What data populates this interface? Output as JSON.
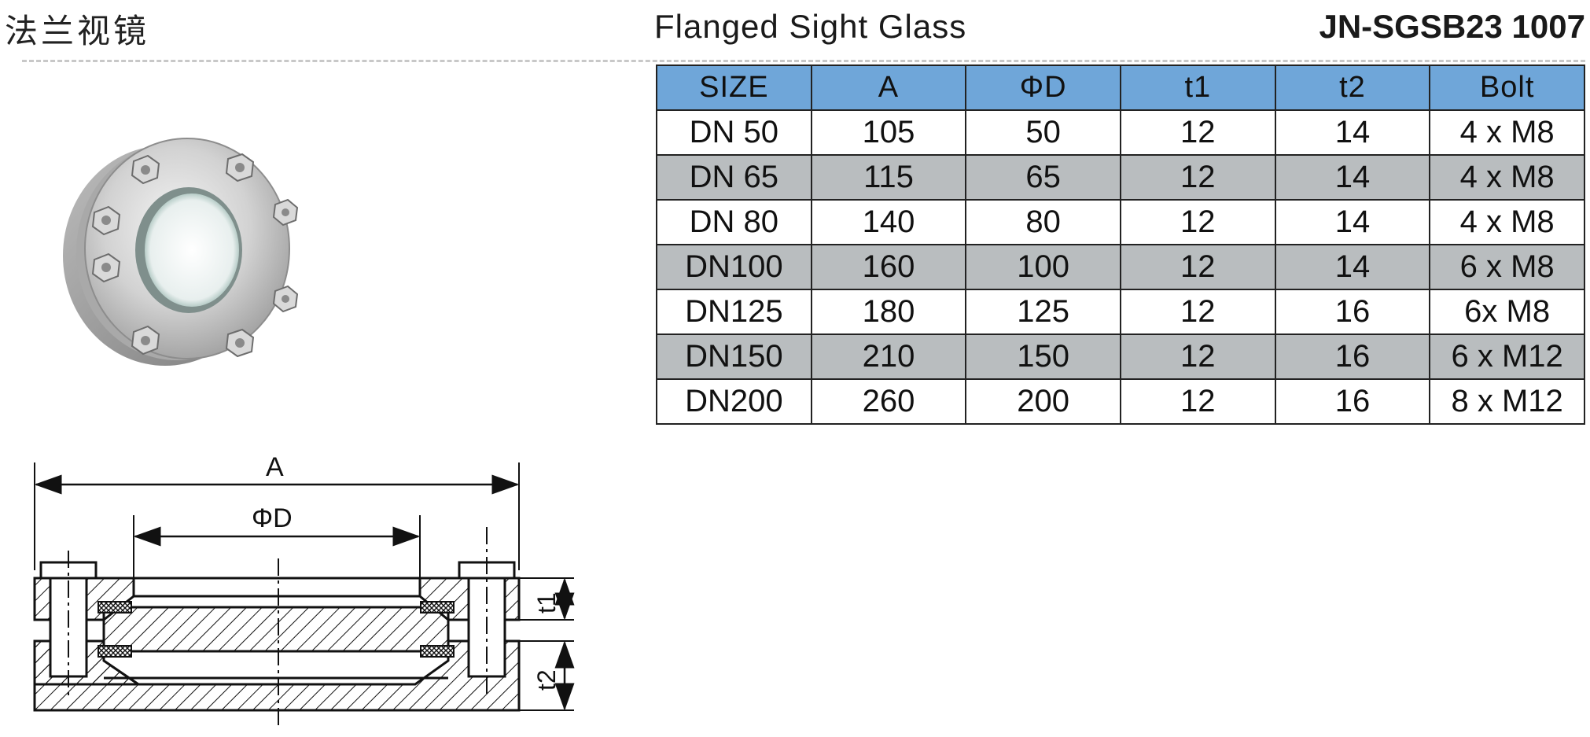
{
  "title_cn": "法兰视镜",
  "title_en": "Flanged Sight Glass",
  "model": "JN-SGSB23 1007",
  "table": {
    "headers": [
      "SIZE",
      "A",
      "ΦD",
      "t1",
      "t2",
      "Bolt"
    ],
    "rows": [
      [
        "DN 50",
        "105",
        "50",
        "12",
        "14",
        "4 x M8"
      ],
      [
        "DN 65",
        "115",
        "65",
        "12",
        "14",
        "4 x M8"
      ],
      [
        "DN 80",
        "140",
        "80",
        "12",
        "14",
        "4 x M8"
      ],
      [
        "DN100",
        "160",
        "100",
        "12",
        "14",
        "6 x M8"
      ],
      [
        "DN125",
        "180",
        "125",
        "12",
        "16",
        "6x M8"
      ],
      [
        "DN150",
        "210",
        "150",
        "12",
        "16",
        "6 x M12"
      ],
      [
        "DN200",
        "260",
        "200",
        "12",
        "16",
        "8 x M12"
      ]
    ]
  },
  "drawing": {
    "label_a": "A",
    "label_d": "ΦD",
    "label_t1": "t1",
    "label_t2": "t2"
  },
  "colors": {
    "header_bg": "#6fa6d9",
    "alt_row_bg": "#b9bdbf",
    "dash_line": "#c8c8c8"
  }
}
